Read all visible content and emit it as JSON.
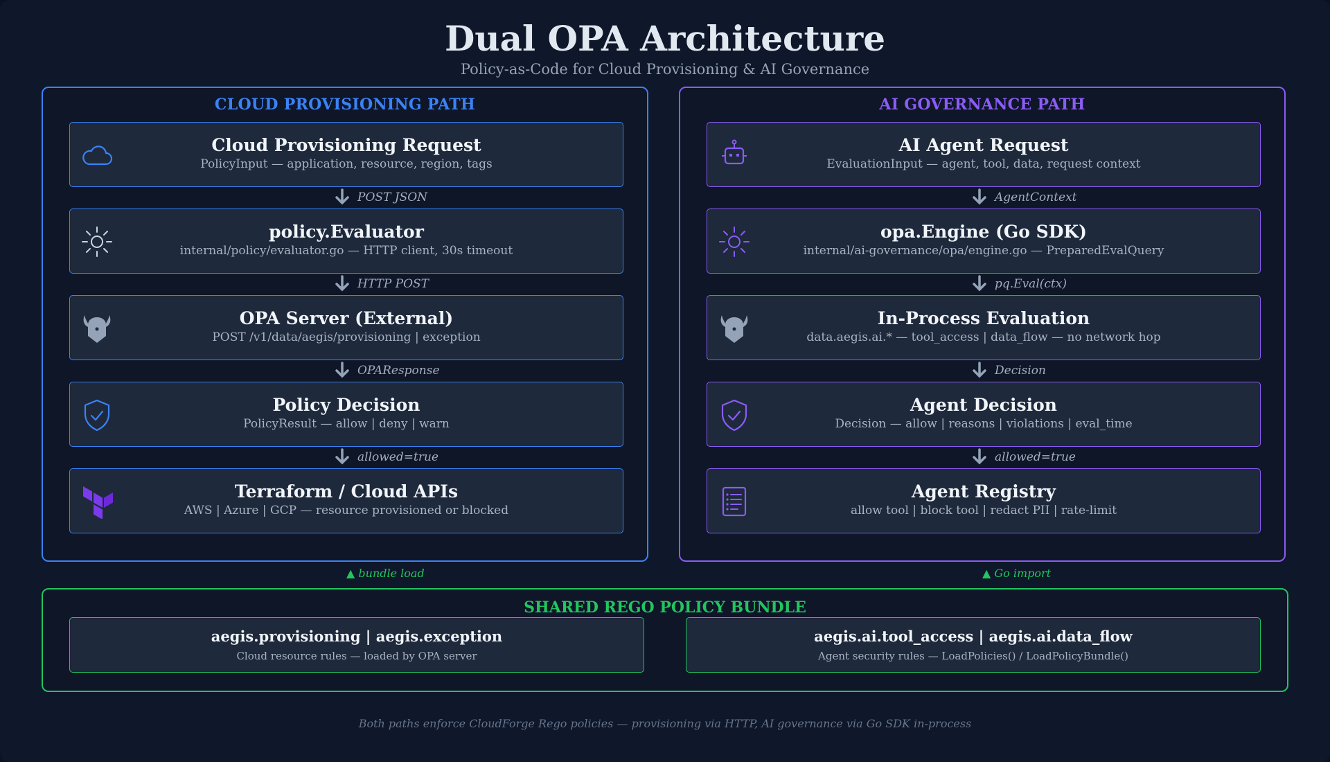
{
  "title": "Dual OPA Architecture",
  "subtitle": "Policy-as-Code for Cloud Provisioning & AI Governance",
  "colors": {
    "cloud": "#3b82f6",
    "ai": "#8b5cf6",
    "shared": "#22c55e",
    "background": "#0f172a",
    "card": "#1e293b"
  },
  "cloud_path": {
    "title": "CLOUD PROVISIONING PATH",
    "steps": [
      {
        "title": "Cloud Provisioning Request",
        "desc": "PolicyInput — application, resource, region, tags",
        "icon": "cloud-icon"
      },
      {
        "title": "policy.Evaluator",
        "desc": "internal/policy/evaluator.go — HTTP client, 30s timeout",
        "icon": "sun-gear-icon"
      },
      {
        "title": "OPA Server (External)",
        "desc": "POST /v1/data/aegis/provisioning | exception",
        "icon": "opa-viking-icon"
      },
      {
        "title": "Policy Decision",
        "desc": "PolicyResult — allow | deny | warn",
        "icon": "shield-check-icon"
      },
      {
        "title": "Terraform / Cloud APIs",
        "desc": "AWS | Azure | GCP — resource provisioned or blocked",
        "icon": "terraform-icon"
      }
    ],
    "connectors": [
      "POST JSON",
      "HTTP POST",
      "OPAResponse",
      "allowed=true"
    ]
  },
  "ai_path": {
    "title": "AI GOVERNANCE PATH",
    "steps": [
      {
        "title": "AI Agent Request",
        "desc": "EvaluationInput — agent, tool, data, request context",
        "icon": "robot-icon"
      },
      {
        "title": "opa.Engine (Go SDK)",
        "desc": "internal/ai-governance/opa/engine.go — PreparedEvalQuery",
        "icon": "sun-gear-icon"
      },
      {
        "title": "In-Process Evaluation",
        "desc": "data.aegis.ai.* — tool_access | data_flow — no network hop",
        "icon": "opa-viking-icon"
      },
      {
        "title": "Agent Decision",
        "desc": "Decision — allow | reasons | violations | eval_time",
        "icon": "shield-check-icon"
      },
      {
        "title": "Agent Registry",
        "desc": "allow tool | block tool | redact PII | rate-limit",
        "icon": "list-icon"
      }
    ],
    "connectors": [
      "AgentContext",
      "pq.Eval(ctx)",
      "Decision",
      "allowed=true"
    ]
  },
  "links": {
    "left": "▲ bundle load",
    "right": "▲ Go import"
  },
  "shared_bundle": {
    "title": "SHARED REGO POLICY BUNDLE",
    "cards": [
      {
        "title": "aegis.provisioning | aegis.exception",
        "desc": "Cloud resource rules — loaded by OPA server"
      },
      {
        "title": "aegis.ai.tool_access | aegis.ai.data_flow",
        "desc": "Agent security rules — LoadPolicies() / LoadPolicyBundle()"
      }
    ]
  },
  "footer": "Both paths enforce CloudForge Rego policies — provisioning via HTTP, AI governance via Go SDK in-process"
}
